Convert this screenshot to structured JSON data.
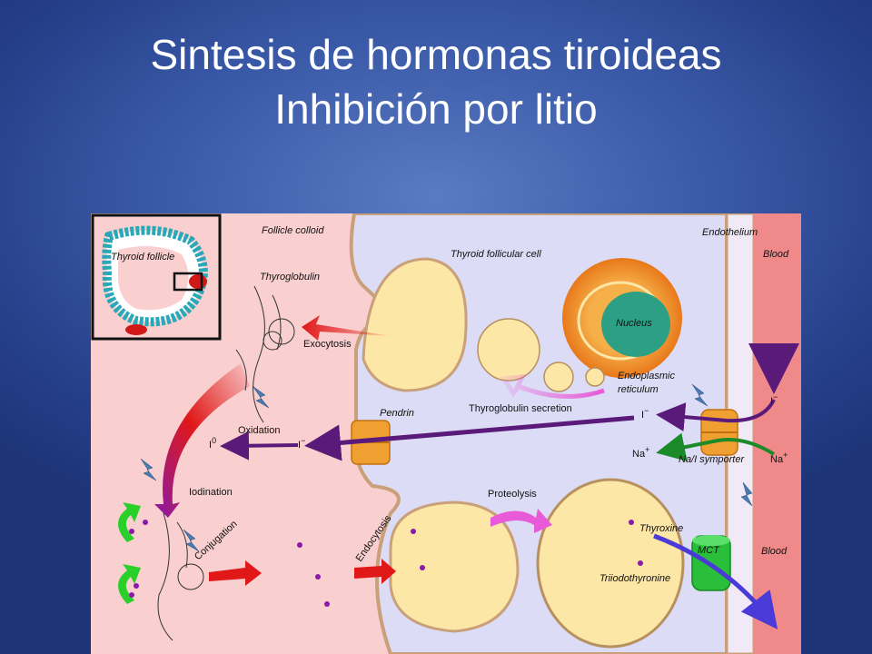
{
  "slide": {
    "title_line1": "Sintesis de hormonas tiroideas",
    "title_line2": "Inhibición por litio"
  },
  "diagram": {
    "labels": {
      "follicle_colloid": "Follicle colloid",
      "thyroid_follicular_cell": "Thyroid follicular cell",
      "endothelium": "Endothelium",
      "blood_top": "Blood",
      "blood_bottom": "Blood",
      "thyroid_follicle": "Thyroid follicle",
      "thyroglobulin": "Thyroglobulin",
      "exocytosis": "Exocytosis",
      "nucleus": "Nucleus",
      "endoplasmic_line1": "Endoplasmic",
      "endoplasmic_line2": "reticulum",
      "thyroglobulin_secretion": "Thyroglobulin secretion",
      "pendrin": "Pendrin",
      "oxidation": "Oxidation",
      "iodide_cell": "I",
      "iodide_colloid": "I",
      "iodine_zero": "I",
      "iodide_blood": "I",
      "sodium_cell": "Na",
      "sodium_blood": "Na",
      "na_i_symporter": "Na/I symporter",
      "iodination": "Iodination",
      "conjugation": "Conjugation",
      "endocytosis": "Endocytosis",
      "proteolysis": "Proteolysis",
      "thyroxine": "Thyroxine",
      "triiodothyronine": "Triiodothyronine",
      "mct": "MCT"
    },
    "superscripts": {
      "minus": "−",
      "zero": "0",
      "plus": "+"
    },
    "colors": {
      "colloid": "#f9cfcf",
      "cell": "#dcdcf6",
      "blood": "#f08a8a",
      "vesicle": "#fde7a6",
      "nucleus": "#2c9f85",
      "reticulum": "#f39a22",
      "iodide_arrow": "#5a1a7a",
      "sodium_arrow": "#1d8a2a",
      "exocytosis_arrow": "#e01818",
      "secretion_arrow": "#e85ad8",
      "mct_arrow": "#4a3ad8",
      "lithium_bolt": "#4a7ab0"
    },
    "icons": [
      "lithium-bolt-icon",
      "green-curved-arrow-icon"
    ]
  }
}
